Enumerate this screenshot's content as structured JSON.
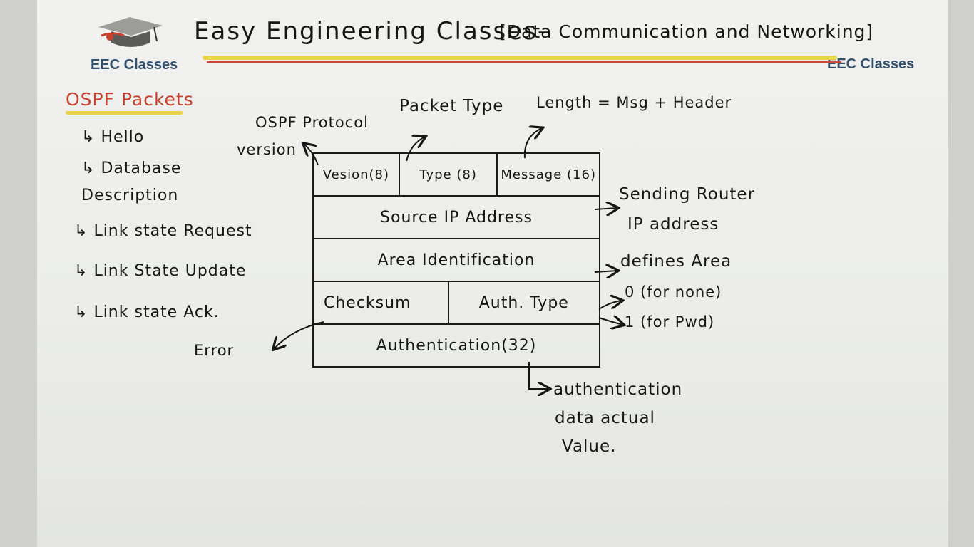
{
  "header": {
    "title": "Easy Engineering Classes-",
    "subtitle": "[Data Communication and Networking]",
    "brand_left": "EEC Classes",
    "brand_right": "EEC Classes"
  },
  "packets": {
    "heading": "OSPF Packets",
    "items": [
      "Hello",
      "Database",
      "Description",
      "Link state Request",
      "Link State Update",
      "Link state Ack."
    ]
  },
  "table": {
    "row1": [
      "Vesion(8)",
      "Type (8)",
      "Message (16)"
    ],
    "row2": "Source IP Address",
    "row3": "Area Identification",
    "row4": [
      "Checksum",
      "Auth. Type"
    ],
    "row5": "Authentication(32)"
  },
  "annotations": {
    "version_top": "OSPF Protocol",
    "version_bottom": "version",
    "packet_type": "Packet Type",
    "length": "Length = Msg + Header",
    "source_1": "Sending Router",
    "source_2": "IP address",
    "area": "defines Area",
    "auth_none": "0 (for none)",
    "auth_pwd": "1 (for Pwd)",
    "error": "Error",
    "auth_1": "authentication",
    "auth_2": "data actual",
    "auth_3": "Value."
  },
  "colors": {
    "heading_red": "#c8412f",
    "highlight_yellow": "#e8d34a",
    "brand_blue": "#33506f",
    "ink": "#161616"
  }
}
